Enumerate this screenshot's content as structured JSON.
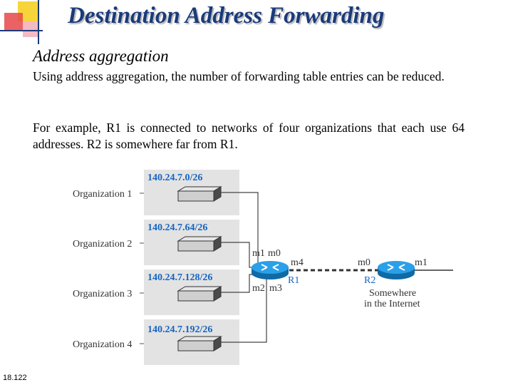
{
  "slide": {
    "title": "Destination Address Forwarding",
    "subtitle": "Address aggregation",
    "paragraph1": "Using address aggregation, the number of forwarding table entries can be reduced.",
    "paragraph2": "For example, R1 is connected to networks of four organizations that each use 64 addresses. R2 is somewhere far from R1.",
    "slide_number": "18.122"
  },
  "diagram": {
    "organizations": [
      {
        "label": "Organization 1",
        "network": "140.24.7.0/26"
      },
      {
        "label": "Organization 2",
        "network": "140.24.7.64/26"
      },
      {
        "label": "Organization 3",
        "network": "140.24.7.128/26"
      },
      {
        "label": "Organization 4",
        "network": "140.24.7.192/26"
      }
    ],
    "r1": {
      "name": "R1",
      "ports": {
        "m0": "m0",
        "m1": "m1",
        "m2": "m2",
        "m3": "m3",
        "m4": "m4"
      }
    },
    "r2": {
      "name": "R2",
      "ports": {
        "m0": "m0",
        "m1": "m1"
      },
      "location_line1": "Somewhere",
      "location_line2": "in the Internet"
    },
    "colors": {
      "title": "#1a3a7a",
      "network_label": "#1565c0",
      "router": "#1f8fd8",
      "panel": "#e3e3e3"
    }
  }
}
